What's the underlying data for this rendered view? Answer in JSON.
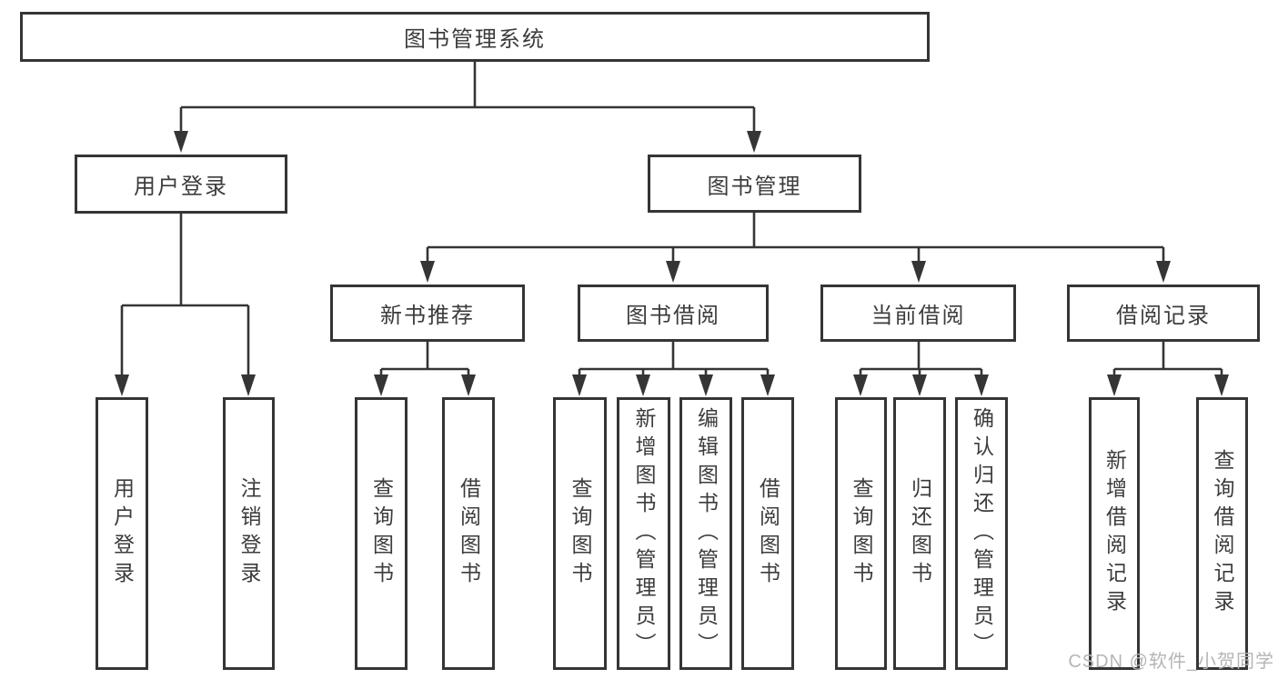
{
  "tree": {
    "root": {
      "label": "图书管理系统",
      "children": [
        {
          "label": "用户登录",
          "children": [
            {
              "label": "用户登录"
            },
            {
              "label": "注销登录"
            }
          ]
        },
        {
          "label": "图书管理",
          "children": [
            {
              "label": "新书推荐",
              "children": [
                {
                  "label": "查询图书"
                },
                {
                  "label": "借阅图书"
                }
              ]
            },
            {
              "label": "图书借阅",
              "children": [
                {
                  "label": "查询图书"
                },
                {
                  "label": "新增图书（管理员）"
                },
                {
                  "label": "编辑图书（管理员）"
                },
                {
                  "label": "借阅图书"
                }
              ]
            },
            {
              "label": "当前借阅",
              "children": [
                {
                  "label": "查询图书"
                },
                {
                  "label": "归还图书"
                },
                {
                  "label": "确认归还（管理员）"
                }
              ]
            },
            {
              "label": "借阅记录",
              "children": [
                {
                  "label": "新增借阅记录"
                },
                {
                  "label": "查询借阅记录"
                }
              ]
            }
          ]
        }
      ]
    }
  },
  "watermark": {
    "text": "CSDN @软件_小贺同学"
  },
  "colors": {
    "line": "#353535",
    "box_border": "#353535",
    "text": "#3c3c3c",
    "watermark": "#b5b5b5",
    "background": "#ffffff"
  }
}
